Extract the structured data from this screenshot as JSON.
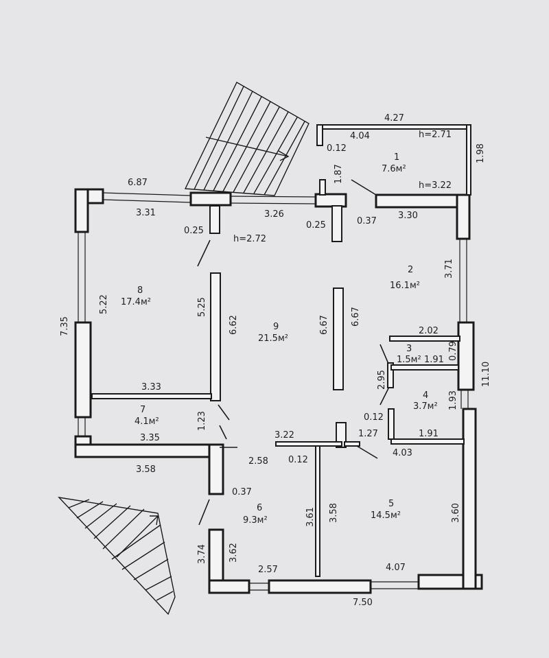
{
  "rooms": [
    {
      "id": "1",
      "area": "7.6м²",
      "height": "h=2.71",
      "height2": "h=3.22"
    },
    {
      "id": "2",
      "area": "16.1м²"
    },
    {
      "id": "3",
      "area": "1.5м²"
    },
    {
      "id": "4",
      "area": "3.7м²"
    },
    {
      "id": "5",
      "area": "14.5м²"
    },
    {
      "id": "6",
      "area": "9.3м²"
    },
    {
      "id": "7",
      "area": "4.1м²"
    },
    {
      "id": "8",
      "area": "17.4м²"
    },
    {
      "id": "9",
      "area": "21.5м²",
      "height": "h=2.72"
    }
  ],
  "dimensions": {
    "d427": "4.27",
    "d404": "4.04",
    "d012a": "0.12",
    "d198": "1.98",
    "d187": "1.87",
    "d687": "6.87",
    "d331": "3.31",
    "d326": "3.26",
    "d025a": "0.25",
    "d025b": "0.25",
    "d037a": "0.37",
    "d330": "3.30",
    "d371": "3.71",
    "d735": "7.35",
    "d522": "5.22",
    "d525": "5.25",
    "d662": "6.62",
    "d667a": "6.67",
    "d667b": "6.67",
    "d202": "2.02",
    "d079": "0.79",
    "d191a": "1.91",
    "d295": "2.95",
    "d1110": "11.10",
    "d193": "1.93",
    "d012b": "0.12",
    "d127": "1.27",
    "d191b": "1.91",
    "d403": "4.03",
    "d333": "3.33",
    "d123": "1.23",
    "d335": "3.35",
    "d322": "3.22",
    "d258": "2.58",
    "d012c": "0.12",
    "d358a": "3.58",
    "d037b": "0.37",
    "d361": "3.61",
    "d358b": "3.58",
    "d360": "3.60",
    "d374": "3.74",
    "d362": "3.62",
    "d257": "2.57",
    "d407": "4.07",
    "d750": "7.50"
  }
}
